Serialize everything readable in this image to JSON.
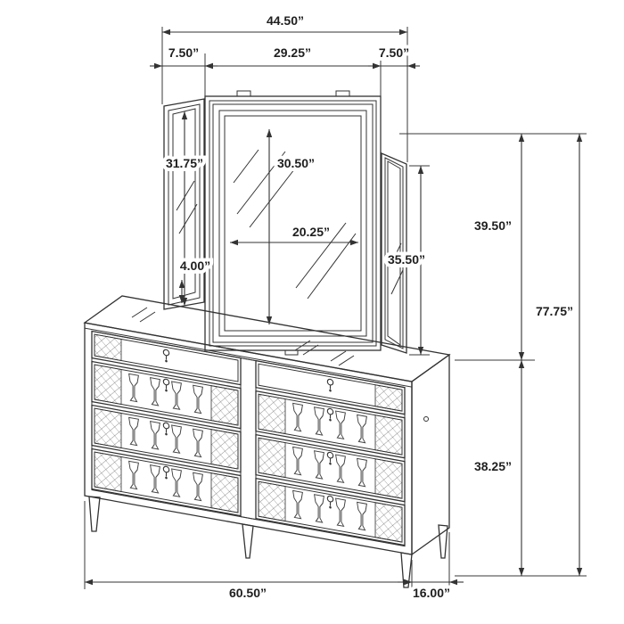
{
  "diagram": {
    "subject": "Dresser with tri-fold vanity mirror dimension drawing",
    "background_color": "#ffffff",
    "line_color": "#333333"
  },
  "dimensions": {
    "mirror_overall_width": "44.50”",
    "mirror_left_panel_width": "7.50”",
    "mirror_center_width": "29.25”",
    "mirror_right_panel_width": "7.50”",
    "mirror_left_panel_height": "31.75”",
    "mirror_glass_height": "30.50”",
    "mirror_glass_width": "20.25”",
    "mirror_frame_detail": "4.00”",
    "mirror_right_panel_height": "35.50”",
    "mirror_assembly_height": "39.50”",
    "overall_height": "77.75”",
    "dresser_height": "38.25”",
    "dresser_width": "60.50”",
    "dresser_depth": "16.00”"
  }
}
